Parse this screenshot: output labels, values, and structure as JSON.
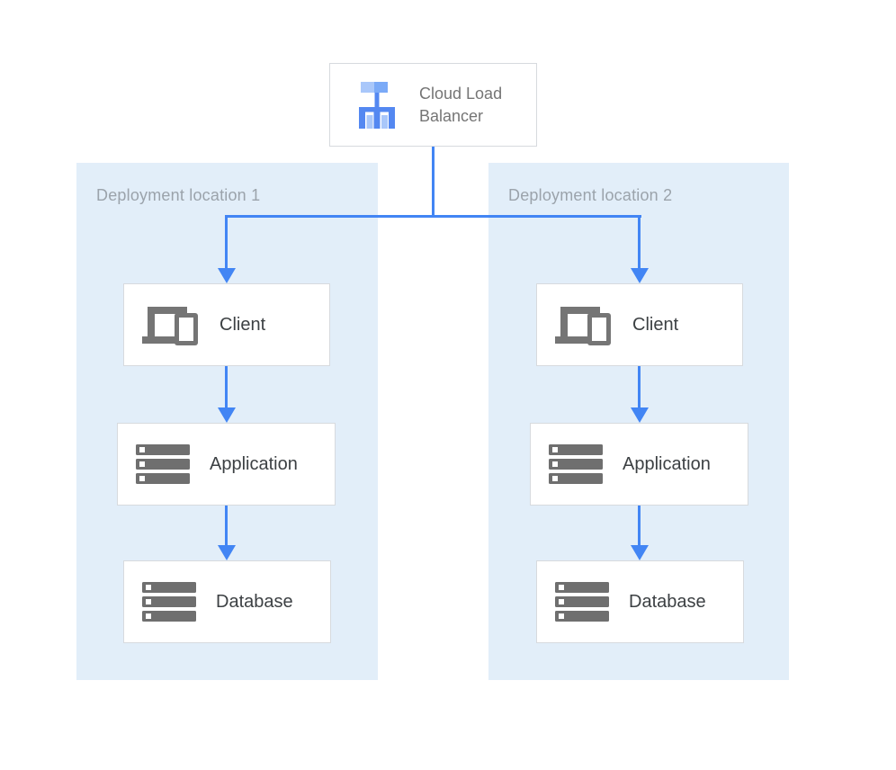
{
  "diagram": {
    "load_balancer": {
      "label": "Cloud Load Balancer",
      "icon": "load-balancer-icon"
    },
    "regions": [
      {
        "label": "Deployment location 1",
        "nodes": [
          {
            "label": "Client",
            "icon": "devices-icon"
          },
          {
            "label": "Application",
            "icon": "server-stack-icon"
          },
          {
            "label": "Database",
            "icon": "server-stack-icon"
          }
        ]
      },
      {
        "label": "Deployment location 2",
        "nodes": [
          {
            "label": "Client",
            "icon": "devices-icon"
          },
          {
            "label": "Application",
            "icon": "server-stack-icon"
          },
          {
            "label": "Database",
            "icon": "server-stack-icon"
          }
        ]
      }
    ],
    "colors": {
      "arrow_blue": "#4285F4",
      "region_background": "#E2EEF9",
      "node_border": "#D7DADE",
      "node_text": "#3C4043",
      "muted_text": "#757575",
      "region_label_text": "#9BA3AB",
      "icon_gray": "#757575",
      "lb_icon_light": "#A9C7FA",
      "lb_icon_mid": "#7BAAF7",
      "lb_icon_strong": "#5488F1"
    }
  }
}
